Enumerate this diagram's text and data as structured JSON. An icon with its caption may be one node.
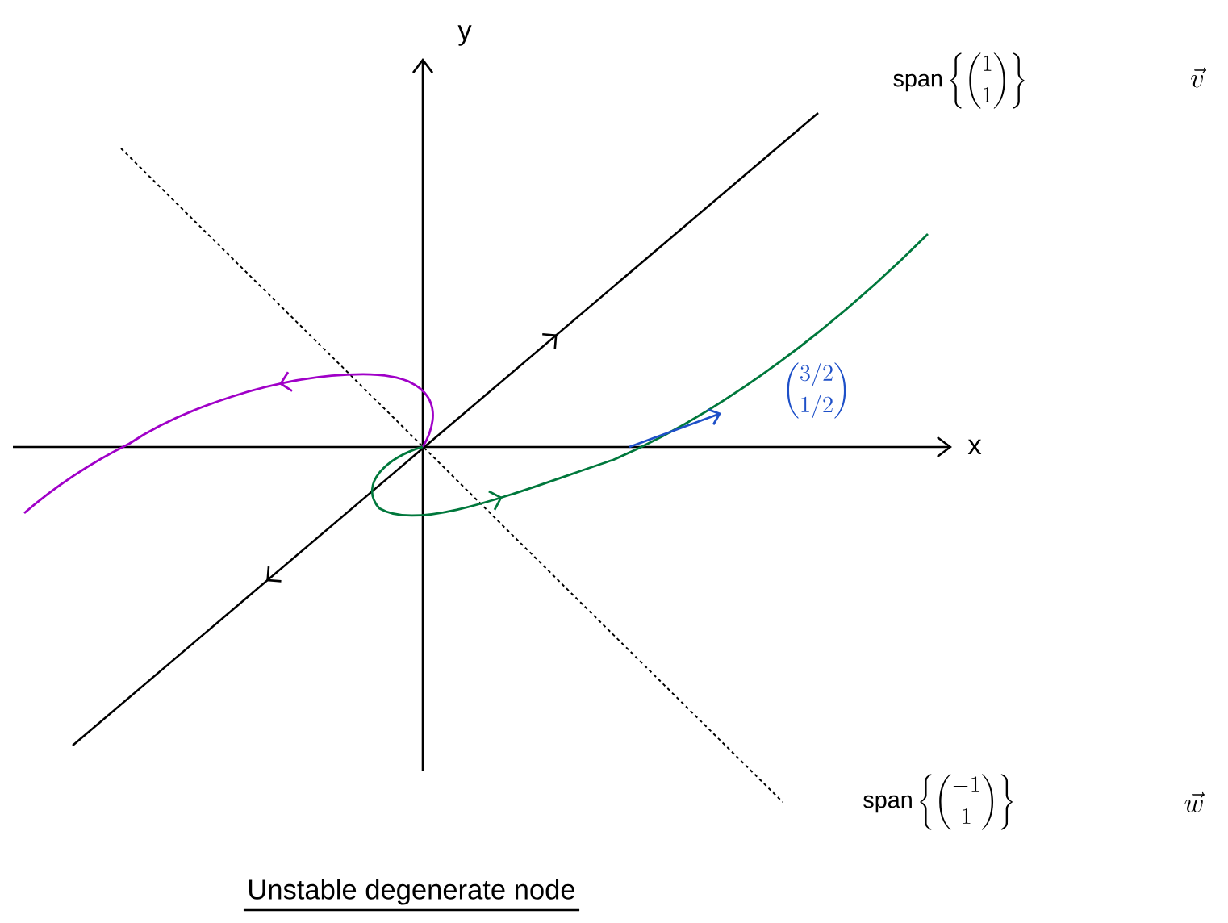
{
  "diagram": {
    "caption": "Unstable degenerate node",
    "labels": [
      "y",
      "x",
      "\\mathrm{span}\\left\\{\\binom{1}{1}\\right\\}",
      "\\vec{v}",
      "\\binom{3/2}{1/2}",
      "\\mathrm{span}\\left\\{\\binom{-1}{1}\\right\\}",
      "\\vec{w}"
    ]
  }
}
